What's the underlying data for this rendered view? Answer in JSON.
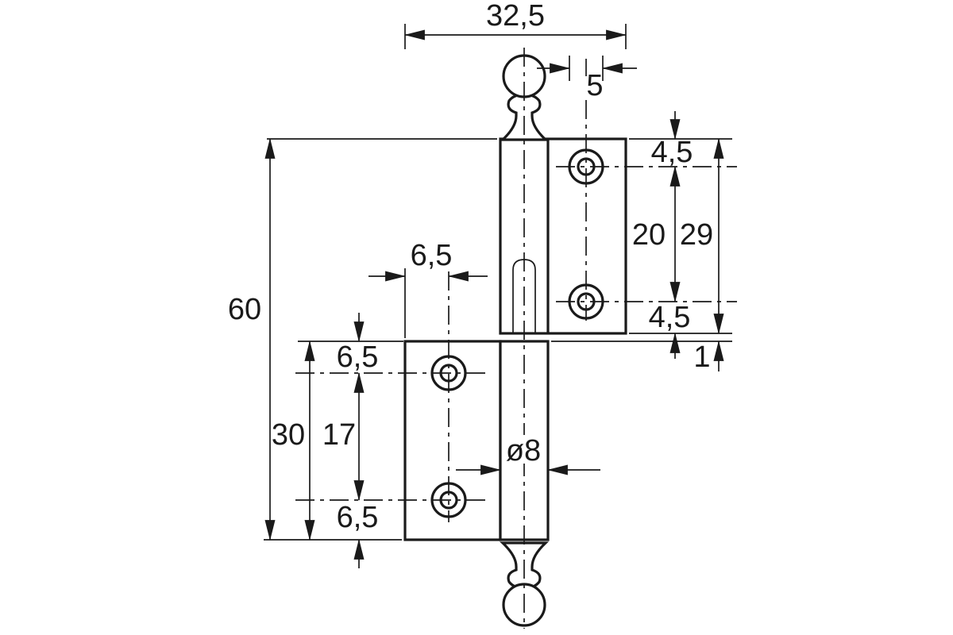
{
  "drawing": {
    "type": "technical-dimension-drawing",
    "subject": "furniture hinge with decorative finials",
    "background_color": "#ffffff",
    "line_color": "#1a1a1a",
    "dimensions": {
      "total_width": "32,5",
      "hole_diameter": "5",
      "edge_to_hole_upper_top": "4,5",
      "hole_spacing_upper": "20",
      "upper_leaf_height": "29",
      "hole_to_edge_upper_bottom": "4,5",
      "leaf_offset": "1",
      "total_height": "60",
      "hole_inset_from_left_edge": "6,5",
      "edge_to_hole_lower_top": "6,5",
      "lower_leaf_height": "30",
      "hole_spacing_lower": "17",
      "hole_to_edge_lower_bottom": "6,5",
      "pin_diameter": "ø8"
    }
  }
}
